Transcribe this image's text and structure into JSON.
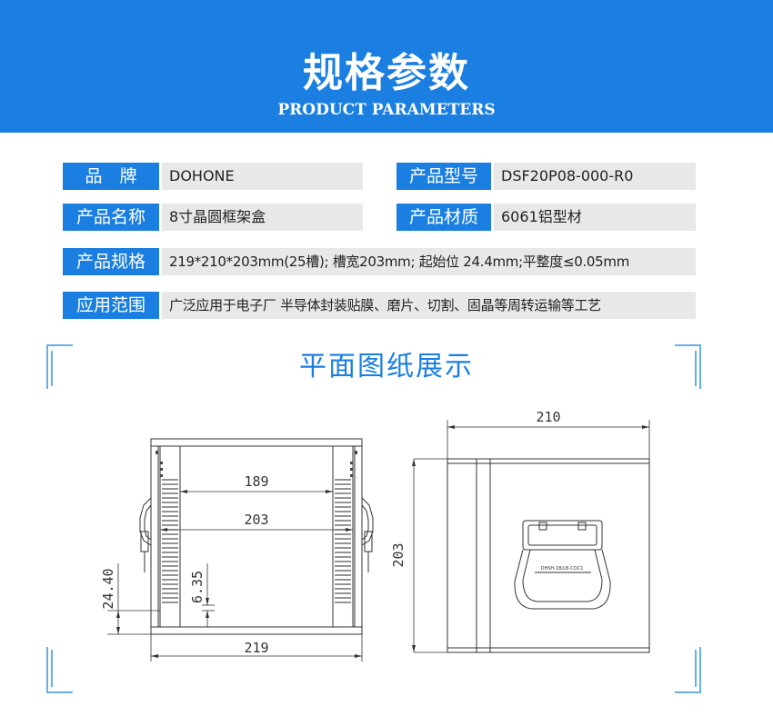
{
  "header": {
    "title": "规格参数",
    "subtitle": "PRODUCT PARAMETERS"
  },
  "specs": {
    "brand_label": "品　牌",
    "brand_value": "DOHONE",
    "model_label": "产品型号",
    "model_value": "DSF20P08-000-R0",
    "name_label": "产品名称",
    "name_value": "8寸晶圆框架盒",
    "material_label": "产品材质",
    "material_value": "6061铝型材",
    "spec_label": "产品规格",
    "spec_value": "219*210*203mm(25槽); 槽宽203mm; 起始位 24.4mm;平整度≤0.05mm",
    "scope_label": "应用范围",
    "scope_value": "广泛应用于电子厂 半导体封装贴膜、磨片、切割、固晶等周转运输等工艺"
  },
  "drawing": {
    "section_title": "平面图纸展示",
    "dim_189": "189",
    "dim_203_inner": "203",
    "dim_219": "219",
    "dim_24_40": "24.40",
    "dim_6_35": "6.35",
    "dim_210": "210",
    "dim_203_side": "203",
    "handle_text": "DHSH-1B/LB-COC1"
  },
  "colors": {
    "brand_blue": "#1a7fe0",
    "value_bg": "#e8e8e8"
  }
}
